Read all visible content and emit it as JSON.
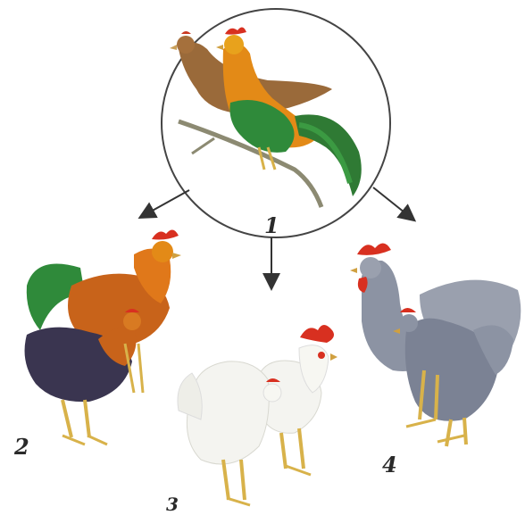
{
  "figure": {
    "labels": {
      "ancestor": "1",
      "breed_a": "2",
      "breed_b": "3",
      "breed_c": "4"
    },
    "colors": {
      "circle_stroke": "#444444",
      "arrow": "#333333",
      "red_comb": "#d83020",
      "orange_hackle": "#e0781a",
      "green_tail": "#2f8a3a",
      "brown_hen": "#9a6a3a",
      "white_bird": "#f4f4f0",
      "grey_bird": "#8c93a3",
      "legs": "#d8b24a"
    }
  }
}
